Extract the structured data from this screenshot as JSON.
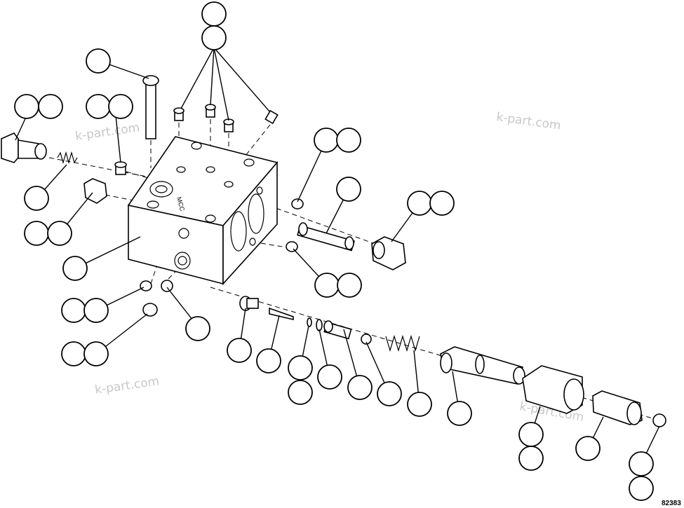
{
  "diagram": {
    "watermarks": [
      "k-part.com",
      "k-part.com",
      "k-part.com"
    ],
    "figure_number": "82383"
  }
}
